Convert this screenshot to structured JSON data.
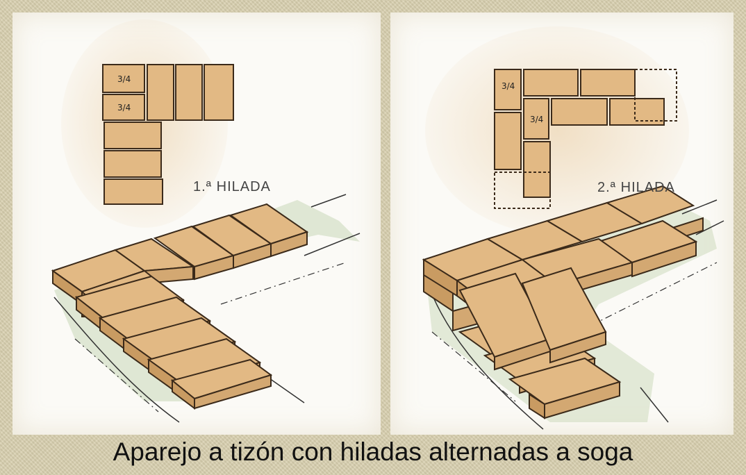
{
  "figures": [
    {
      "course_label": "1.ª HILADA",
      "fraction_marks": [
        "3/4",
        "3/4"
      ]
    },
    {
      "course_label": "2.ª HILADA",
      "fraction_marks": [
        "3/4",
        "3/4"
      ]
    }
  ],
  "caption": "Aparejo a tizón con hiladas alternadas a soga",
  "colors": {
    "brick_fill": "#e2b984",
    "brick_shade": "#c99b62",
    "brick_outline": "#3b2a1a",
    "shadow_green": "#c9d7b8",
    "panel_background": "#fbfaf6",
    "page_background": "#d8cfae"
  }
}
